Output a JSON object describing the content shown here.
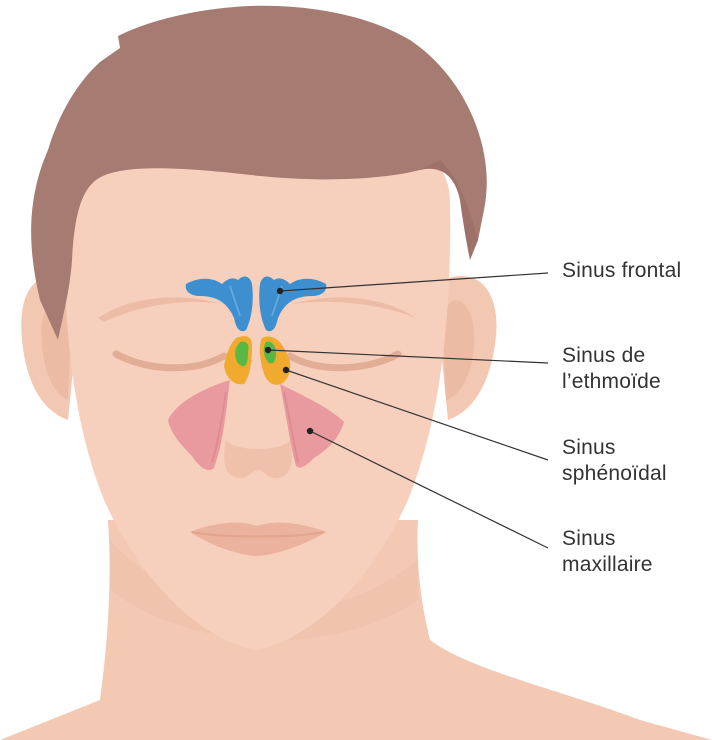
{
  "colors": {
    "skin": "#f6d0bd",
    "skin_shadow": "#ecbda6",
    "skin_dark": "#e5ae96",
    "hair": "#a57b72",
    "hair_shadow": "#96695f",
    "lips": "#ebb39d",
    "frontal_sinus": "#3d8fcf",
    "ethmoid_sinus": "#58b846",
    "sphenoid_sinus": "#f0aa2e",
    "maxillary_sinus": "#e99a9f",
    "leader_line": "#333333",
    "text": "#333333"
  },
  "labels": {
    "frontal": {
      "lines": [
        "Sinus frontal"
      ]
    },
    "ethmoid": {
      "lines": [
        "Sinus de",
        "l’ethmoïde"
      ]
    },
    "sphenoid": {
      "lines": [
        "Sinus",
        "sphénoïdal"
      ]
    },
    "maxillary": {
      "lines": [
        "Sinus",
        "maxillaire"
      ]
    }
  }
}
